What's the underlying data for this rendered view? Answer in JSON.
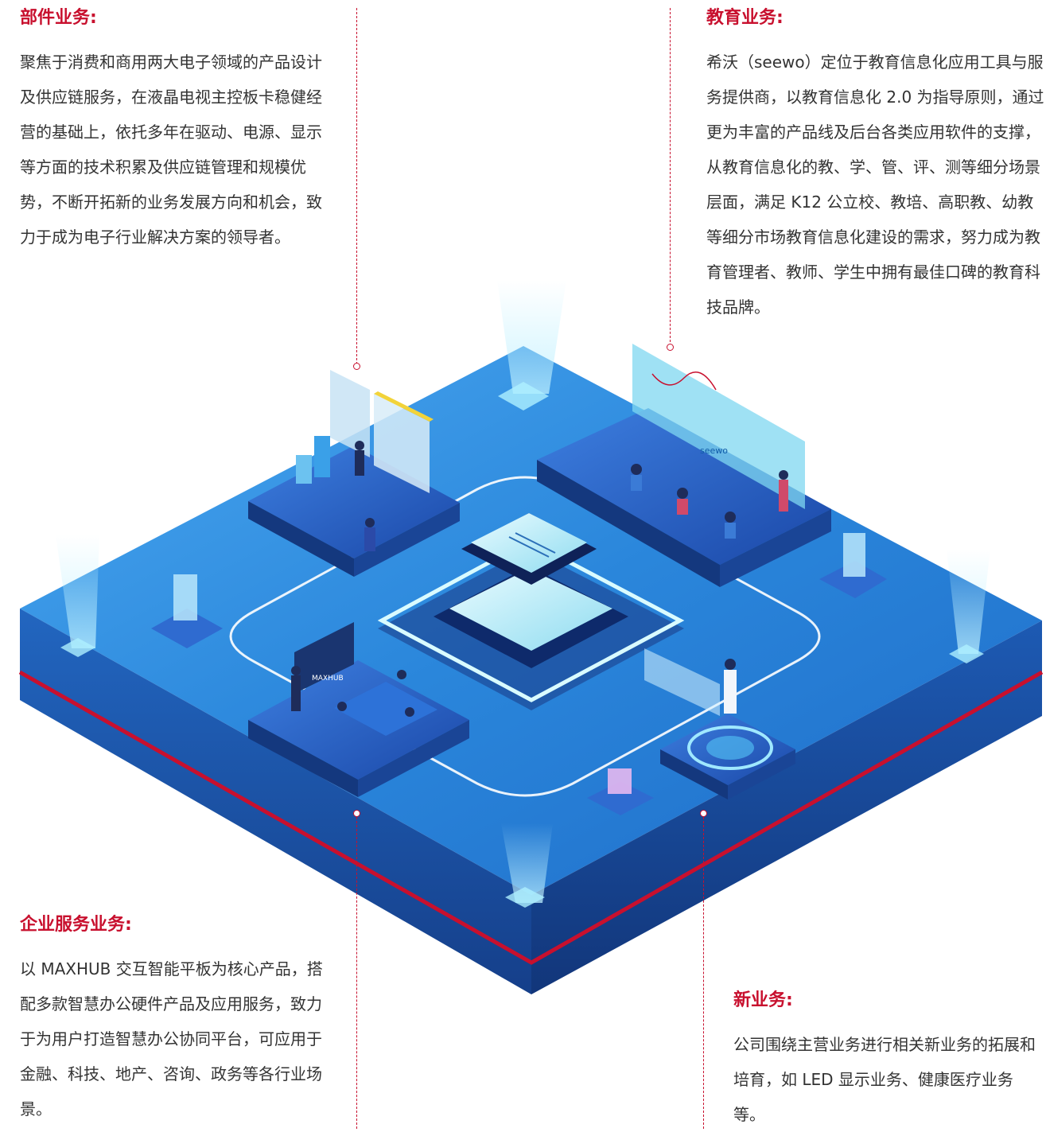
{
  "sections": {
    "components": {
      "title": "部件业务:",
      "body": "聚焦于消费和商用两大电子领域的产品设计及供应链服务，在液晶电视主控板卡稳健经营的基础上，依托多年在驱动、电源、显示等方面的技术积累及供应链管理和规模优势，不断开拓新的业务发展方向和机会，致力于成为电子行业解决方案的领导者。"
    },
    "education": {
      "title": "教育业务:",
      "body": "希沃（seewo）定位于教育信息化应用工具与服务提供商，以教育信息化 2.0 为指导原则，通过更为丰富的产品线及后台各类应用软件的支撑，从教育信息化的教、学、管、评、测等细分场景层面，满足 K12 公立校、教培、高职教、幼教等细分市场教育信息化建设的需求，努力成为教育管理者、教师、学生中拥有最佳口碑的教育科技品牌。"
    },
    "enterprise": {
      "title": "企业服务业务:",
      "body": "以 MAXHUB 交互智能平板为核心产品，搭配多款智慧办公硬件产品及应用服务，致力于为用户打造智慧办公协同平台，可应用于金融、科技、地产、咨询、政务等各行业场景。"
    },
    "new": {
      "title": "新业务:",
      "body": "公司围绕主营业务进行相关新业务的拓展和培育，如 LED 显示业务、健康医疗业务等。"
    }
  },
  "illustration": {
    "board_label": "MAXHUB",
    "screen_label": "seewo"
  },
  "colors": {
    "accent": "#c8102e",
    "platform_top": "#2f8fe0",
    "platform_side": "#1a4fa0",
    "text": "#333333"
  }
}
